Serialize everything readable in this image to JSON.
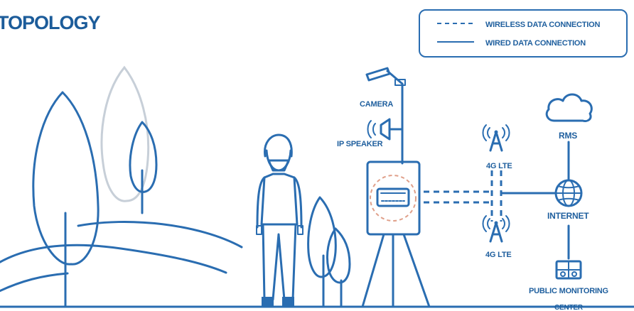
{
  "title": "TOPOLOGY",
  "legend": {
    "wireless": "WIRELESS DATA CONNECTION",
    "wired": "WIRED DATA CONNECTION"
  },
  "labels": {
    "camera": "CAMERA",
    "ip_speaker": "IP SPEAKER",
    "lte_top": "4G LTE",
    "lte_bottom": "4G LTE",
    "rms": "RMS",
    "internet": "INTERNET",
    "monitoring_line1": "PUBLIC MONITORING",
    "monitoring_line2": "CENTER"
  },
  "colors": {
    "primary": "#2a6db1",
    "dashed_ring": "#e0a08a",
    "pale_tree": "#c7cfd8"
  }
}
